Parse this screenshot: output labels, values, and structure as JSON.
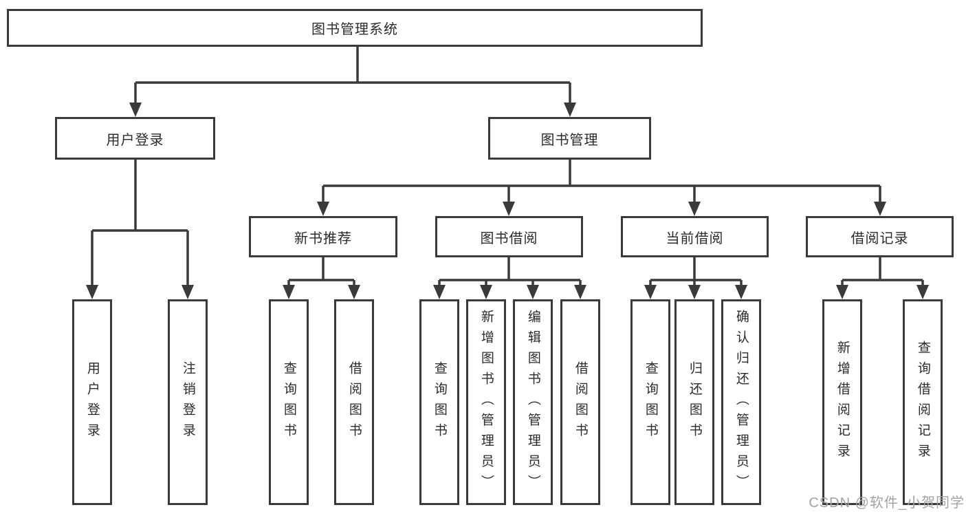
{
  "diagram_type": "hierarchy-tree",
  "tree": {
    "label": "图书管理系统",
    "children": [
      {
        "label": "用户登录",
        "children": [
          {
            "label": "用户登录"
          },
          {
            "label": "注销登录"
          }
        ]
      },
      {
        "label": "图书管理",
        "children": [
          {
            "label": "新书推荐",
            "children": [
              {
                "label": "查询图书"
              },
              {
                "label": "借阅图书"
              }
            ]
          },
          {
            "label": "图书借阅",
            "children": [
              {
                "label": "查询图书"
              },
              {
                "label": "新增图书（管理员）"
              },
              {
                "label": "编辑图书（管理员）"
              },
              {
                "label": "借阅图书"
              }
            ]
          },
          {
            "label": "当前借阅",
            "children": [
              {
                "label": "查询图书"
              },
              {
                "label": "归还图书"
              },
              {
                "label": "确认归还（管理员）"
              }
            ]
          },
          {
            "label": "借阅记录",
            "children": [
              {
                "label": "新增借阅记录"
              },
              {
                "label": "查询借阅记录"
              }
            ]
          }
        ]
      }
    ]
  },
  "watermark": {
    "text": "CSDN @软件_小贺同学"
  },
  "colors": {
    "line": "#3a3a3a",
    "box_border": "#3a3a3a",
    "text": "#2b2b2b",
    "watermark": "#a3a3a3",
    "background": "#ffffff"
  }
}
